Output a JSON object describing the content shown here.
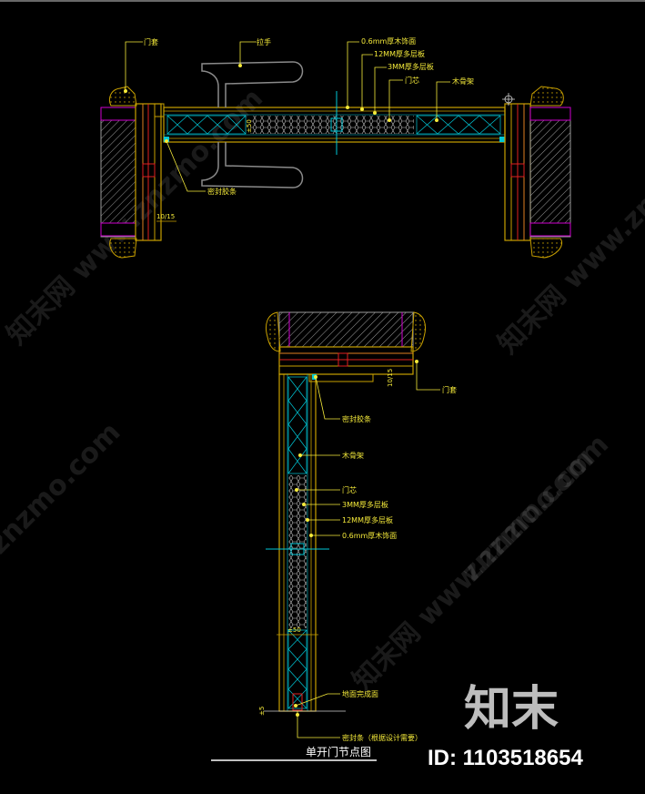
{
  "drawing": {
    "title": "单开门节点图",
    "labels_top": {
      "door_cover": "门套",
      "handle": "拉手",
      "veneer": "0.6mm厚木饰面",
      "ply12": "12MM厚多层板",
      "ply3": "3MM厚多层板",
      "core": "门芯",
      "keel": "木骨架",
      "seal": "密封胶条"
    },
    "labels_bottom": {
      "door_cover": "门套",
      "seal": "密封胶条",
      "keel": "木骨架",
      "core": "门芯",
      "ply3": "3MM厚多层板",
      "ply12": "12MM厚多层板",
      "veneer": "0.6mm厚木饰面",
      "floor": "地面完成面",
      "bottom_seal": "密封条（根据设计需要）"
    },
    "dims": {
      "top_thickness": "±50",
      "top_gap": "10/15",
      "side_gap": "10/15",
      "bottom_thickness": "±50",
      "floor_gap": "±5"
    }
  },
  "watermarks": [
    "知末网 www.znzmo.com",
    "znzmo.com"
  ],
  "branding": {
    "logo_text": "知末",
    "id_text": "ID: 1103518654"
  },
  "colors": {
    "background": "#000000",
    "label": "#f5ea3a",
    "frame": "#c8a000",
    "accent_magenta": "#d000d0",
    "accent_cyan": "#00c8d8",
    "accent_red": "#e02020",
    "orange": "#e08020"
  }
}
